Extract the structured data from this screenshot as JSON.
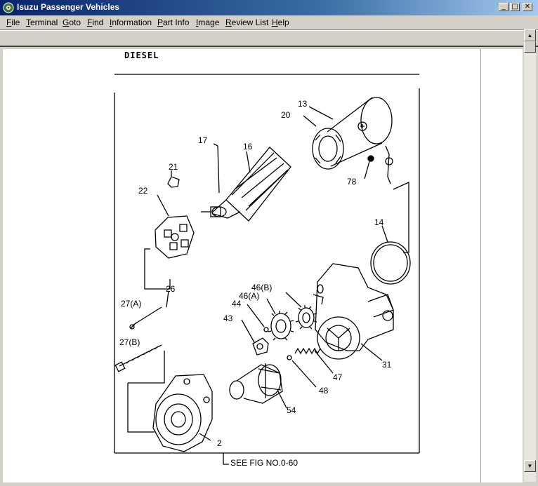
{
  "window": {
    "title": "Isuzu Passenger Vehicles",
    "min_glyph": "_",
    "max_glyph": "□",
    "close_glyph": "✕"
  },
  "menu": [
    {
      "label": "File"
    },
    {
      "label": "Terminal"
    },
    {
      "label": "Goto"
    },
    {
      "label": "Find"
    },
    {
      "label": "Information"
    },
    {
      "label": "Part Info"
    },
    {
      "label": "Image"
    },
    {
      "label": "Review List"
    },
    {
      "label": "Help"
    }
  ],
  "diagram": {
    "header": "DIESEL",
    "callouts": {
      "p13": "13",
      "p20": "20",
      "p17": "17",
      "p16": "16",
      "p21": "21",
      "p22": "22",
      "p78": "78",
      "p14": "14",
      "p26": "26",
      "p27a": "27(A)",
      "p27b": "27(B)",
      "p46b": "46(B)",
      "p46a": "46(A)",
      "p44": "44",
      "p43": "43",
      "p31": "31",
      "p47": "47",
      "p48": "48",
      "p54": "54",
      "p2": "2"
    },
    "footer_ref": "SEE FIG NO.0-60"
  },
  "scrollbar": {
    "up_glyph": "▲",
    "down_glyph": "▼"
  }
}
